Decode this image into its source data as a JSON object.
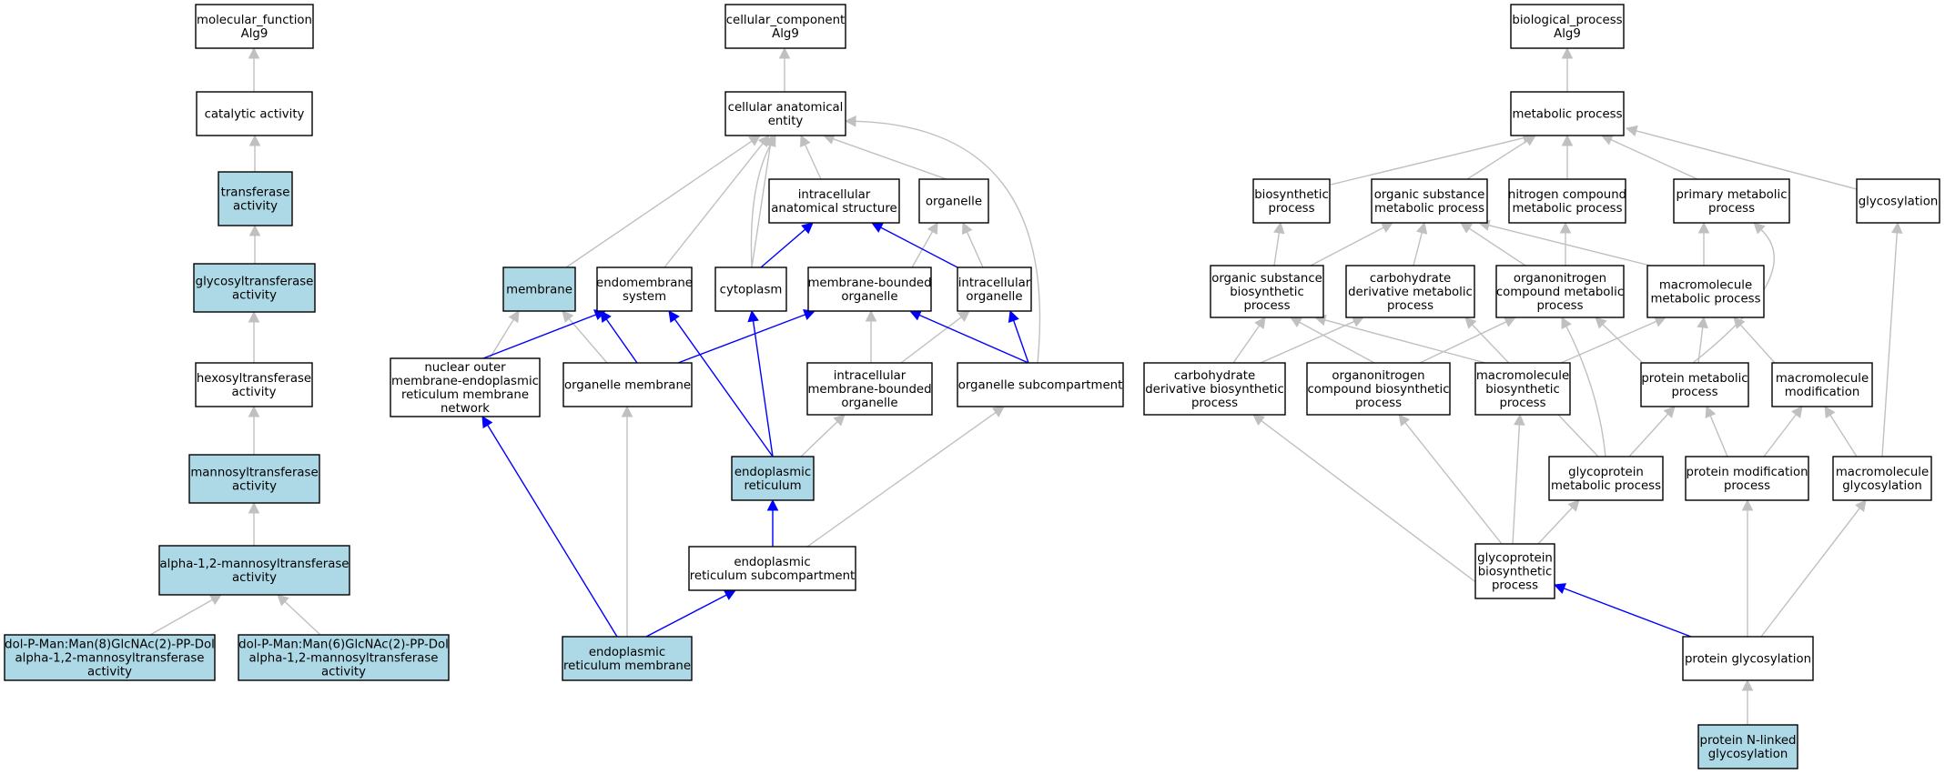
{
  "colors": {
    "highlight": "#add8e6",
    "plain": "#ffffff",
    "is_a_edge": "#c0c0c0",
    "part_of_edge": "#0000ff"
  },
  "nodes": {
    "mf_root": {
      "lines": [
        "molecular_function",
        "Alg9"
      ],
      "hl": false
    },
    "catalytic": {
      "lines": [
        "catalytic activity"
      ],
      "hl": false
    },
    "transferase": {
      "lines": [
        "transferase",
        "activity"
      ],
      "hl": true
    },
    "glycosyltransferase": {
      "lines": [
        "glycosyltransferase",
        "activity"
      ],
      "hl": true
    },
    "hexosyltransferase": {
      "lines": [
        "hexosyltransferase",
        "activity"
      ],
      "hl": false
    },
    "mannosyltransferase": {
      "lines": [
        "mannosyltransferase",
        "activity"
      ],
      "hl": true
    },
    "alpha12": {
      "lines": [
        "alpha-1,2-mannosyltransferase",
        "activity"
      ],
      "hl": true
    },
    "dol8": {
      "lines": [
        "dol-P-Man:Man(8)GlcNAc(2)-PP-Dol",
        "alpha-1,2-mannosyltransferase",
        "activity"
      ],
      "hl": true
    },
    "dol6": {
      "lines": [
        "dol-P-Man:Man(6)GlcNAc(2)-PP-Dol",
        "alpha-1,2-mannosyltransferase",
        "activity"
      ],
      "hl": true
    },
    "cc_root": {
      "lines": [
        "cellular_component",
        "Alg9"
      ],
      "hl": false
    },
    "cae": {
      "lines": [
        "cellular anatomical",
        "entity"
      ],
      "hl": false
    },
    "ias": {
      "lines": [
        "intracellular",
        "anatomical structure"
      ],
      "hl": false
    },
    "organelle": {
      "lines": [
        "organelle"
      ],
      "hl": false
    },
    "membrane": {
      "lines": [
        "membrane"
      ],
      "hl": true
    },
    "endomembrane": {
      "lines": [
        "endomembrane",
        "system"
      ],
      "hl": false
    },
    "cytoplasm": {
      "lines": [
        "cytoplasm"
      ],
      "hl": false
    },
    "mbo": {
      "lines": [
        "membrane-bounded",
        "organelle"
      ],
      "hl": false
    },
    "io": {
      "lines": [
        "intracellular",
        "organelle"
      ],
      "hl": false
    },
    "nomer": {
      "lines": [
        "nuclear outer",
        "membrane-endoplasmic",
        "reticulum membrane",
        "network"
      ],
      "hl": false
    },
    "om": {
      "lines": [
        "organelle membrane"
      ],
      "hl": false
    },
    "imbo": {
      "lines": [
        "intracellular",
        "membrane-bounded",
        "organelle"
      ],
      "hl": false
    },
    "osub": {
      "lines": [
        "organelle subcompartment"
      ],
      "hl": false
    },
    "er": {
      "lines": [
        "endoplasmic",
        "reticulum"
      ],
      "hl": true
    },
    "ersub": {
      "lines": [
        "endoplasmic",
        "reticulum subcompartment"
      ],
      "hl": false
    },
    "erm": {
      "lines": [
        "endoplasmic",
        "reticulum membrane"
      ],
      "hl": true
    },
    "bp_root": {
      "lines": [
        "biological_process",
        "Alg9"
      ],
      "hl": false
    },
    "metab": {
      "lines": [
        "metabolic process"
      ],
      "hl": false
    },
    "biosyn": {
      "lines": [
        "biosynthetic",
        "process"
      ],
      "hl": false
    },
    "osmp": {
      "lines": [
        "organic substance",
        "metabolic process"
      ],
      "hl": false
    },
    "ncmp": {
      "lines": [
        "nitrogen compound",
        "metabolic process"
      ],
      "hl": false
    },
    "pmp": {
      "lines": [
        "primary metabolic",
        "process"
      ],
      "hl": false
    },
    "glyc": {
      "lines": [
        "glycosylation"
      ],
      "hl": false
    },
    "osbp": {
      "lines": [
        "organic substance",
        "biosynthetic",
        "process"
      ],
      "hl": false
    },
    "cdmp": {
      "lines": [
        "carbohydrate",
        "derivative metabolic",
        "process"
      ],
      "hl": false
    },
    "oncmp": {
      "lines": [
        "organonitrogen",
        "compound metabolic",
        "process"
      ],
      "hl": false
    },
    "mmp": {
      "lines": [
        "macromolecule",
        "metabolic process"
      ],
      "hl": false
    },
    "cdbp": {
      "lines": [
        "carbohydrate",
        "derivative biosynthetic",
        "process"
      ],
      "hl": false
    },
    "oncbp": {
      "lines": [
        "organonitrogen",
        "compound biosynthetic",
        "process"
      ],
      "hl": false
    },
    "mbp": {
      "lines": [
        "macromolecule",
        "biosynthetic",
        "process"
      ],
      "hl": false
    },
    "protmp": {
      "lines": [
        "protein metabolic",
        "process"
      ],
      "hl": false
    },
    "mmod": {
      "lines": [
        "macromolecule",
        "modification"
      ],
      "hl": false
    },
    "gpmp": {
      "lines": [
        "glycoprotein",
        "metabolic process"
      ],
      "hl": false
    },
    "pmodp": {
      "lines": [
        "protein modification",
        "process"
      ],
      "hl": false
    },
    "mglyc": {
      "lines": [
        "macromolecule",
        "glycosylation"
      ],
      "hl": false
    },
    "gpbp": {
      "lines": [
        "glycoprotein",
        "biosynthetic",
        "process"
      ],
      "hl": false
    },
    "pglyc": {
      "lines": [
        "protein glycosylation"
      ],
      "hl": false
    },
    "pnlg": {
      "lines": [
        "protein N-linked",
        "glycosylation"
      ],
      "hl": true
    }
  }
}
